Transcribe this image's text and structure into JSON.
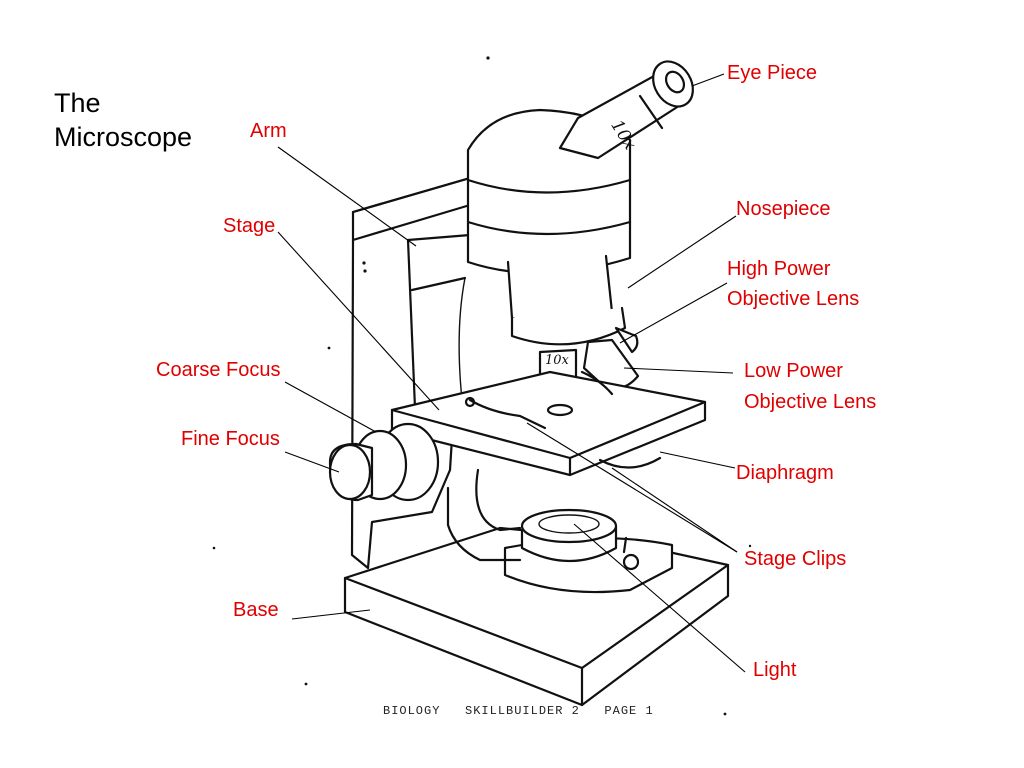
{
  "title_line1": "The",
  "title_line2": "Microscope",
  "labels": {
    "eye_piece": "Eye Piece",
    "arm": "Arm",
    "stage": "Stage",
    "nosepiece": "Nosepiece",
    "high_power_1": "High Power",
    "high_power_2": "Objective Lens",
    "low_power_1": "Low Power",
    "low_power_2": "Objective Lens",
    "coarse_focus": "Coarse Focus",
    "fine_focus": "Fine Focus",
    "diaphragm": "Diaphragm",
    "stage_clips": "Stage Clips",
    "base": "Base",
    "light": "Light"
  },
  "drawing_marks": {
    "eyepiece_mark": "10x",
    "objective_mark": "10x"
  },
  "footer": "BIOLOGY   SKILLBUILDER 2   PAGE 1",
  "colors": {
    "label": "#e00000",
    "title": "#000000",
    "ink": "#111111"
  }
}
